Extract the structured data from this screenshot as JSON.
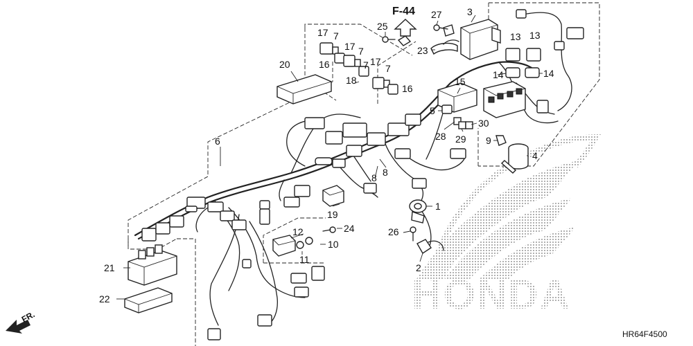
{
  "diagram": {
    "reference_label": "F-44",
    "diagram_code": "HR64F4500",
    "direction_label": "FR.",
    "brand_watermark": "HONDA",
    "callouts": {
      "c1": "1",
      "c2": "2",
      "c3": "3",
      "c4": "4",
      "c5": "5",
      "c6": "6",
      "c7a": "7",
      "c7b": "7",
      "c7c": "7",
      "c7d": "7",
      "c8a": "8",
      "c8b": "8",
      "c9": "9",
      "c10": "10",
      "c11": "11",
      "c12": "12",
      "c13a": "13",
      "c13b": "13",
      "c14a": "14",
      "c14b": "14",
      "c15": "15",
      "c16a": "16",
      "c16b": "16",
      "c17a": "17",
      "c17b": "17",
      "c17c": "17",
      "c18": "18",
      "c19": "19",
      "c20": "20",
      "c21": "21",
      "c22": "22",
      "c23": "23",
      "c24": "24",
      "c25": "25",
      "c26": "26",
      "c27": "27",
      "c28": "28",
      "c29": "29",
      "c30": "30"
    }
  }
}
